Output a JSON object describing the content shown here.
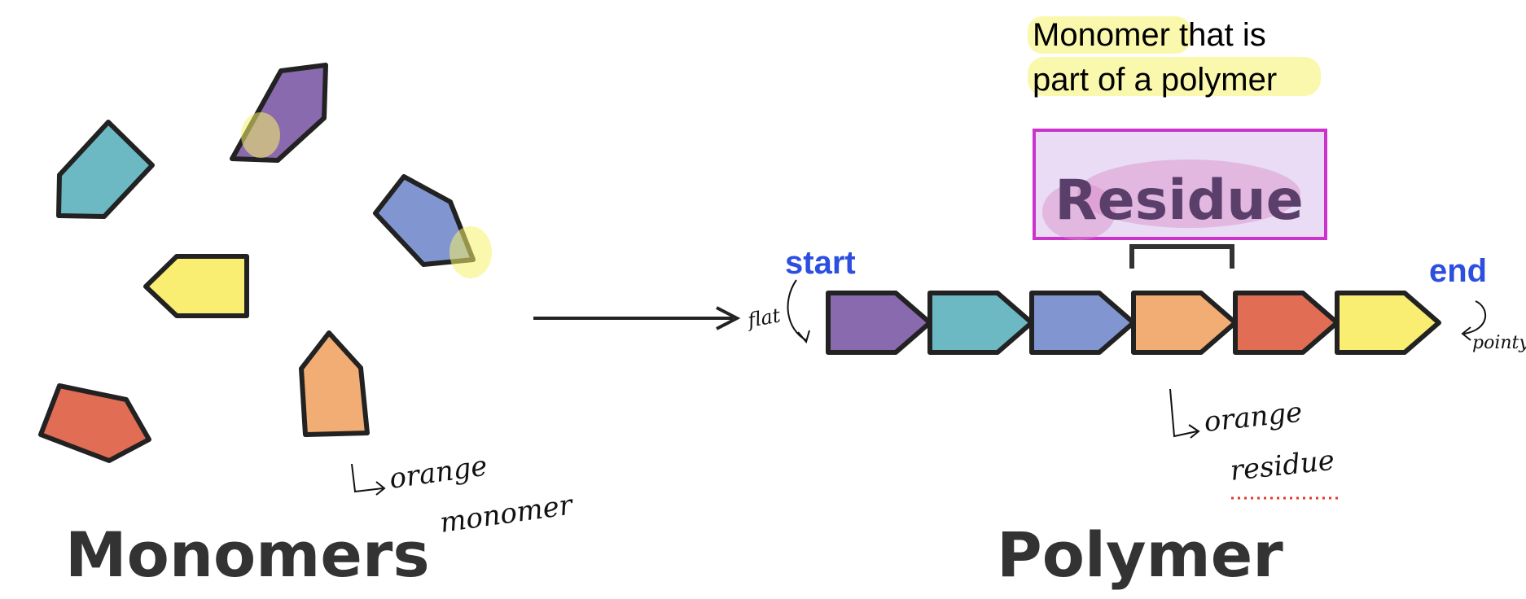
{
  "labels": {
    "monomers_title": "Monomers",
    "polymer_title": "Polymer",
    "residue": "Residue",
    "start": "start",
    "end": "end",
    "note_line1": "Monomer that is",
    "note_line2": "part of a polymer",
    "annot_monomer_1": "orange",
    "annot_monomer_2": "monomer",
    "annot_residue_1": "orange",
    "annot_residue_2": "residue",
    "annot_flat": "flat",
    "annot_pointy": "pointy"
  },
  "colors": {
    "purple": "#8a6aae",
    "teal": "#6cb9c4",
    "blue": "#8196d0",
    "orange": "#f2ad74",
    "red": "#e16d55",
    "yellow": "#f9ee72",
    "outline": "#222222",
    "label_blue": "#2d4fe0",
    "highlight": "#f6f36a",
    "residue_box": "#cc33cc",
    "residue_fill": "#eadcf5"
  },
  "polymer_chain": [
    "purple",
    "teal",
    "blue",
    "orange",
    "red",
    "yellow"
  ]
}
